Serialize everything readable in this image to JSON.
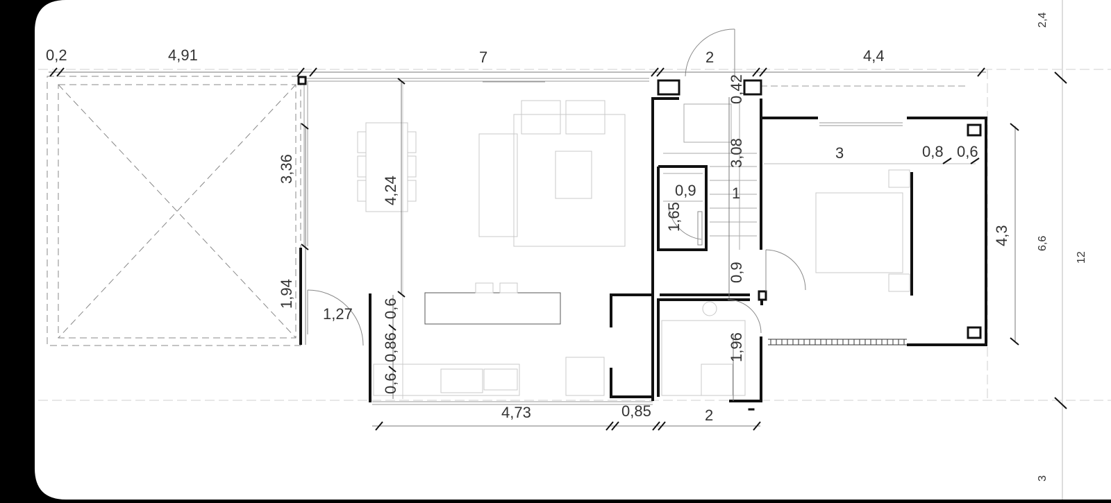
{
  "drawing": {
    "dimensions": {
      "top": {
        "a": "0,2",
        "b": "4,91",
        "c": "7",
        "d": "2",
        "e": "4,4"
      },
      "left_patio": {
        "height_upper": "3,36",
        "height_lower": "1,94",
        "door": "1,27"
      },
      "living": {
        "depth": "4,24",
        "kitchen_a": "0,6",
        "kitchen_b": "0,86",
        "kitchen_c": "0,6"
      },
      "stair": {
        "top": "0,42",
        "run": "3,08",
        "landing_w": "0,9",
        "step": "1",
        "landing_h": "1,65",
        "passage": "0,9"
      },
      "bedroom": {
        "width": "3",
        "wall_a": "0,8",
        "wall_b": "0,6",
        "height": "4,3"
      },
      "bath": {
        "height": "1,96"
      },
      "bottom": {
        "a": "4,73",
        "b": "0,85",
        "c": "2"
      },
      "right_chain": {
        "a": "2,4",
        "b": "6,6",
        "c": "12",
        "d": "3"
      }
    }
  }
}
